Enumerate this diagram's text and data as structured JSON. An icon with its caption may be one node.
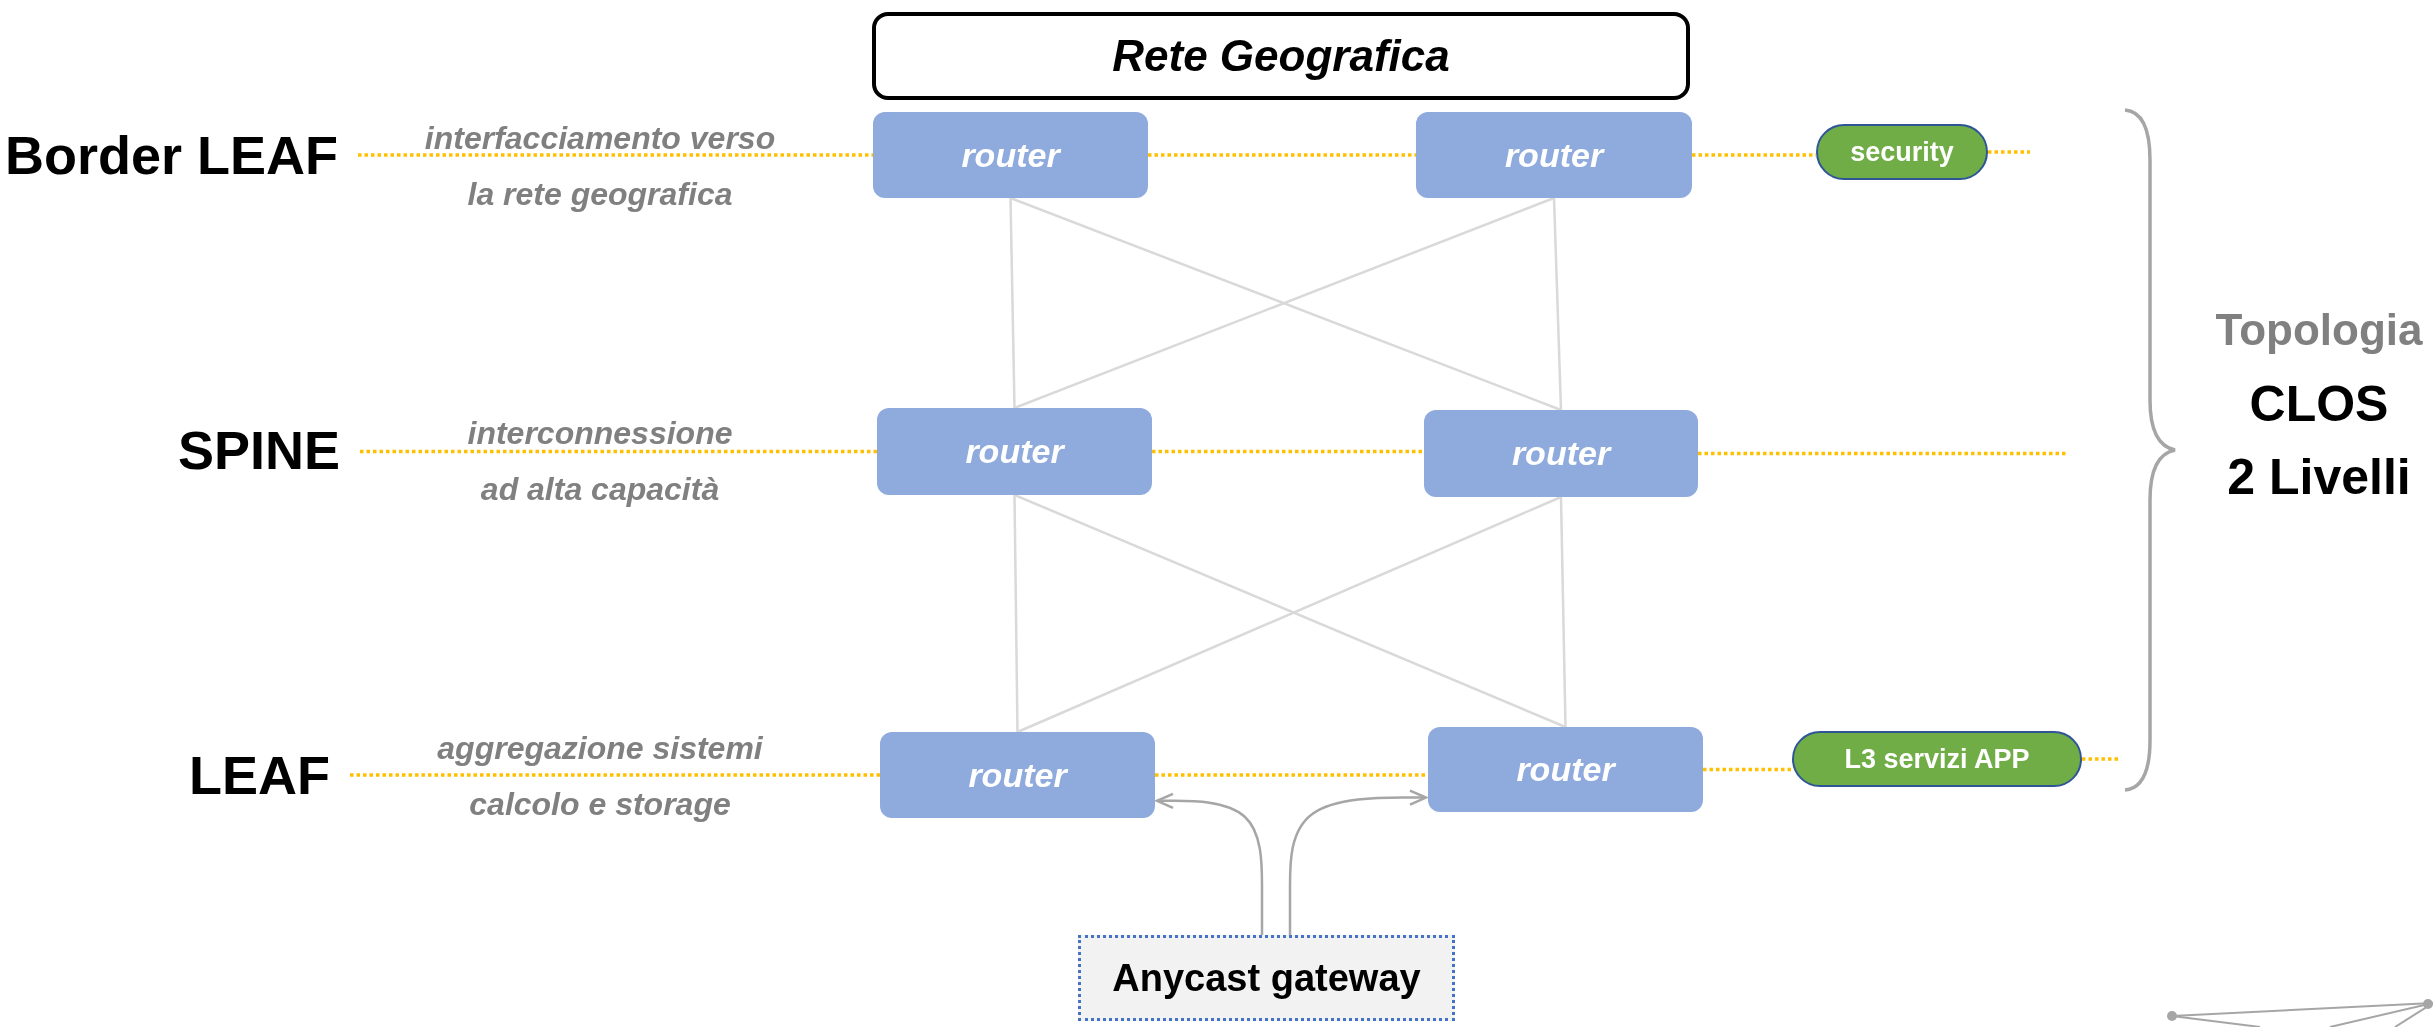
{
  "diagram": {
    "nodes": [
      {
        "text": [
          "Rete Geografica"
        ]
      },
      {
        "text": [
          "Border LEAF"
        ]
      },
      {
        "text": [
          "router"
        ]
      },
      {
        "text": [
          "router"
        ]
      },
      {
        "text": [
          "security"
        ]
      },
      {
        "text": [
          "SPINE"
        ]
      },
      {
        "text": [
          "router"
        ]
      },
      {
        "text": [
          "router"
        ]
      },
      {
        "text": [
          "LEAF"
        ]
      },
      {
        "text": [
          "router"
        ]
      },
      {
        "text": [
          "router"
        ]
      },
      {
        "text": [
          "L3 servizi APP"
        ]
      },
      {
        "text": [
          "Anycast gateway"
        ]
      }
    ],
    "edges": [
      {
        "from": 1,
        "to": 2,
        "arrow": "none",
        "style": "dashed"
      },
      {
        "from": 2,
        "to": 3,
        "arrow": "none",
        "style": "dashed"
      },
      {
        "from": 3,
        "to": 4,
        "arrow": "none",
        "style": "dashed"
      },
      {
        "from": 4,
        "to": null,
        "arrow": "none",
        "style": "dashed"
      },
      {
        "from": 5,
        "to": 6,
        "arrow": "none",
        "style": "dashed"
      },
      {
        "from": 6,
        "to": 7,
        "arrow": "none",
        "style": "dashed"
      },
      {
        "from": 7,
        "to": null,
        "arrow": "none",
        "style": "dashed"
      },
      {
        "from": 8,
        "to": 9,
        "arrow": "none",
        "style": "dashed"
      },
      {
        "from": 9,
        "to": 10,
        "arrow": "none",
        "style": "dashed"
      },
      {
        "from": 10,
        "to": 11,
        "arrow": "none",
        "style": "dashed"
      },
      {
        "from": 11,
        "to": null,
        "arrow": "none",
        "style": "dashed"
      },
      {
        "from": 2,
        "to": 6,
        "arrow": "none",
        "color": "#d9d9d9"
      },
      {
        "from": 2,
        "to": 7,
        "arrow": "none",
        "color": "#d9d9d9"
      },
      {
        "from": 3,
        "to": 6,
        "arrow": "none",
        "color": "#d9d9d9"
      },
      {
        "from": 3,
        "to": 7,
        "arrow": "none",
        "color": "#d9d9d9"
      },
      {
        "from": 6,
        "to": 9,
        "arrow": "none",
        "color": "#d9d9d9"
      },
      {
        "from": 6,
        "to": 10,
        "arrow": "none",
        "color": "#d9d9d9"
      },
      {
        "from": 7,
        "to": 9,
        "arrow": "none",
        "color": "#d9d9d9"
      },
      {
        "from": 7,
        "to": 10,
        "arrow": "none",
        "color": "#d9d9d9"
      },
      {
        "from": 12,
        "to": 9,
        "arrow": "to",
        "color": "#a6a6a6"
      },
      {
        "from": 12,
        "to": 10,
        "arrow": "to",
        "color": "#a6a6a6"
      }
    ],
    "labels": [
      "interfacciamento verso la rete geografica",
      "interconnessione ad alta capacità",
      "aggregazione sistemi calcolo e storage",
      "Topologia",
      "CLOS",
      "2 Livelli"
    ]
  }
}
